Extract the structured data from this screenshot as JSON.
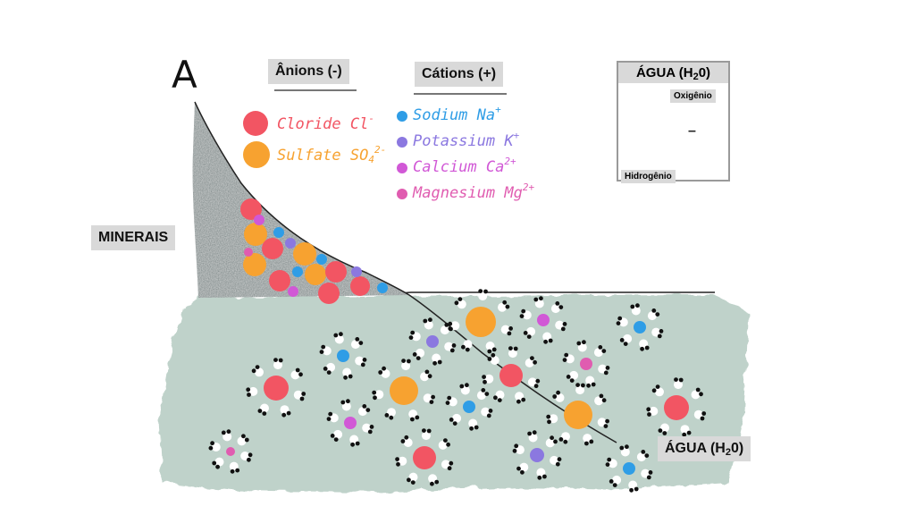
{
  "panel_letter": "A",
  "headers": {
    "anions": "Ânions (-)",
    "cations": "Cátions (+)"
  },
  "anions": [
    {
      "name": "Cloride",
      "symbol": "Cl",
      "charge": "-",
      "color": "#f25563"
    },
    {
      "name": "Sulfate",
      "symbol": "SO",
      "subscript": "4",
      "charge": "2-",
      "color": "#f7a230"
    }
  ],
  "cations": [
    {
      "name": "Sodium",
      "symbol": "Na",
      "charge": "+",
      "color": "#2f9de6"
    },
    {
      "name": "Potassium",
      "symbol": "K",
      "charge": "+",
      "color": "#8b78e0"
    },
    {
      "name": "Calcium",
      "symbol": "Ca",
      "charge": "2+",
      "color": "#d158d6"
    },
    {
      "name": "Magnesium",
      "symbol": "Mg",
      "charge": "2+",
      "color": "#e05cb0"
    }
  ],
  "labels": {
    "minerals": "MINERAIS",
    "water_title_prefix": "ÁGUA (H",
    "water_title_sub": "2",
    "water_title_suffix": "0)",
    "oxygen": "Oxigênio",
    "hydrogen": "Hidrogênio",
    "water_label_prefix": "ÁGUA (H",
    "water_label_sub": "2",
    "water_label_suffix": "0)"
  },
  "inset_symbols": {
    "plus": "+",
    "minus": "–"
  },
  "colors": {
    "rock": "#6f7d7d",
    "water": "#b4cbc1",
    "outline": "#222222"
  }
}
